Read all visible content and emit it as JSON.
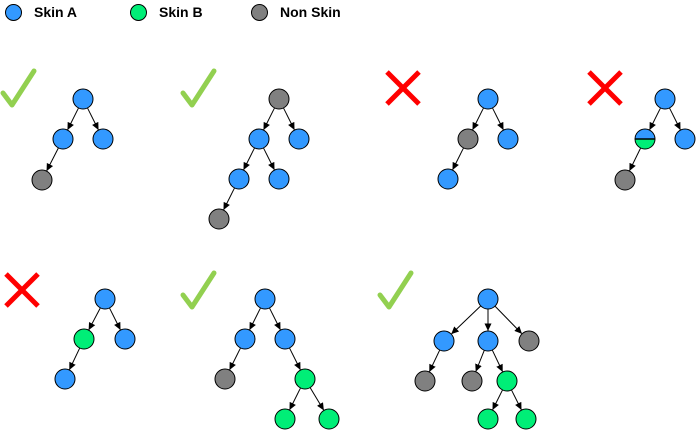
{
  "legend": {
    "items": [
      {
        "label": "Skin A",
        "color": "#3399ff",
        "name": "legend-skin-a"
      },
      {
        "label": "Skin B",
        "color": "#00ee77",
        "name": "legend-skin-b"
      },
      {
        "label": "Non Skin",
        "color": "#808080",
        "name": "legend-non-skin"
      }
    ]
  },
  "colors": {
    "skin_a": "#3399ff",
    "skin_b": "#00ee77",
    "non_skin": "#808080",
    "valid_mark": "#92d050",
    "invalid_mark": "#ff0000",
    "edge": "#000000"
  },
  "trees": [
    {
      "name": "tree-1",
      "verdict": "valid",
      "nodes": [
        {
          "id": "r",
          "type": "skin_a"
        },
        {
          "id": "a",
          "type": "skin_a"
        },
        {
          "id": "b",
          "type": "skin_a"
        },
        {
          "id": "c",
          "type": "non_skin"
        }
      ],
      "edges": [
        [
          "r",
          "a"
        ],
        [
          "r",
          "b"
        ],
        [
          "a",
          "c"
        ]
      ]
    },
    {
      "name": "tree-2",
      "verdict": "valid",
      "nodes": [
        {
          "id": "r",
          "type": "non_skin"
        },
        {
          "id": "a",
          "type": "skin_a"
        },
        {
          "id": "b",
          "type": "skin_a"
        },
        {
          "id": "c",
          "type": "skin_a"
        },
        {
          "id": "d",
          "type": "skin_a"
        },
        {
          "id": "e",
          "type": "non_skin"
        }
      ],
      "edges": [
        [
          "r",
          "a"
        ],
        [
          "r",
          "b"
        ],
        [
          "a",
          "c"
        ],
        [
          "a",
          "d"
        ],
        [
          "c",
          "e"
        ]
      ]
    },
    {
      "name": "tree-3",
      "verdict": "invalid",
      "nodes": [
        {
          "id": "r",
          "type": "skin_a"
        },
        {
          "id": "a",
          "type": "non_skin"
        },
        {
          "id": "b",
          "type": "skin_a"
        },
        {
          "id": "c",
          "type": "skin_a"
        }
      ],
      "edges": [
        [
          "r",
          "a"
        ],
        [
          "r",
          "b"
        ],
        [
          "a",
          "c"
        ]
      ]
    },
    {
      "name": "tree-4",
      "verdict": "invalid",
      "nodes": [
        {
          "id": "r",
          "type": "skin_a"
        },
        {
          "id": "a",
          "type": "split_a_b"
        },
        {
          "id": "b",
          "type": "skin_a"
        },
        {
          "id": "c",
          "type": "non_skin"
        }
      ],
      "edges": [
        [
          "r",
          "a"
        ],
        [
          "r",
          "b"
        ],
        [
          "a",
          "c"
        ]
      ]
    },
    {
      "name": "tree-5",
      "verdict": "invalid",
      "nodes": [
        {
          "id": "r",
          "type": "skin_a"
        },
        {
          "id": "a",
          "type": "skin_b"
        },
        {
          "id": "b",
          "type": "skin_a"
        },
        {
          "id": "c",
          "type": "skin_a"
        }
      ],
      "edges": [
        [
          "r",
          "a"
        ],
        [
          "r",
          "b"
        ],
        [
          "a",
          "c"
        ]
      ]
    },
    {
      "name": "tree-6",
      "verdict": "valid",
      "nodes": [
        {
          "id": "r",
          "type": "skin_a"
        },
        {
          "id": "a",
          "type": "skin_a"
        },
        {
          "id": "b",
          "type": "skin_a"
        },
        {
          "id": "c",
          "type": "non_skin"
        },
        {
          "id": "d",
          "type": "skin_b"
        },
        {
          "id": "e",
          "type": "skin_b"
        },
        {
          "id": "f",
          "type": "skin_b"
        }
      ],
      "edges": [
        [
          "r",
          "a"
        ],
        [
          "r",
          "b"
        ],
        [
          "a",
          "c"
        ],
        [
          "b",
          "d"
        ],
        [
          "d",
          "e"
        ],
        [
          "d",
          "f"
        ]
      ]
    },
    {
      "name": "tree-7",
      "verdict": "valid",
      "nodes": [
        {
          "id": "r",
          "type": "skin_a"
        },
        {
          "id": "a",
          "type": "skin_a"
        },
        {
          "id": "b",
          "type": "skin_a"
        },
        {
          "id": "c",
          "type": "non_skin"
        },
        {
          "id": "d",
          "type": "non_skin"
        },
        {
          "id": "e",
          "type": "non_skin"
        },
        {
          "id": "f",
          "type": "skin_b"
        },
        {
          "id": "g",
          "type": "skin_b"
        },
        {
          "id": "h",
          "type": "skin_b"
        }
      ],
      "edges": [
        [
          "r",
          "a"
        ],
        [
          "r",
          "b"
        ],
        [
          "r",
          "c"
        ],
        [
          "a",
          "d"
        ],
        [
          "b",
          "e"
        ],
        [
          "b",
          "f"
        ],
        [
          "f",
          "g"
        ],
        [
          "f",
          "h"
        ]
      ]
    }
  ]
}
